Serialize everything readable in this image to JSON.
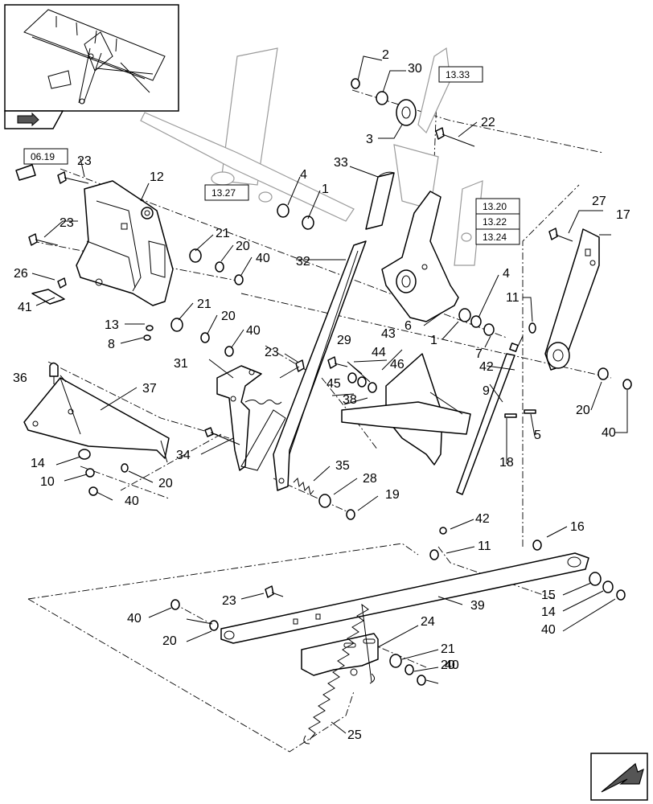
{
  "callouts": {
    "c1a": "1",
    "c1b": "1",
    "c2": "2",
    "c3": "3",
    "c4a": "4",
    "c4b": "4",
    "c5": "5",
    "c6": "6",
    "c7": "7",
    "c8": "8",
    "c9": "9",
    "c10": "10",
    "c11a": "11",
    "c11b": "11",
    "c12": "12",
    "c13": "13",
    "c14a": "14",
    "c14b": "14",
    "c15": "15",
    "c16": "16",
    "c17": "17",
    "c18": "18",
    "c19": "19",
    "c20a": "20",
    "c20b": "20",
    "c20c": "20",
    "c20d": "20",
    "c20e": "20",
    "c20f": "20",
    "c21a": "21",
    "c21b": "21",
    "c21c": "21",
    "c22": "22",
    "c23a": "23",
    "c23b": "23",
    "c23c": "23",
    "c23d": "23",
    "c24": "24",
    "c25": "25",
    "c26": "26",
    "c27": "27",
    "c28": "28",
    "c29": "29",
    "c30": "30",
    "c31": "31",
    "c32": "32",
    "c33": "33",
    "c34": "34",
    "c35": "35",
    "c36": "36",
    "c37": "37",
    "c38": "38",
    "c39": "39",
    "c40a": "40",
    "c40b": "40",
    "c40c": "40",
    "c40d": "40",
    "c40e": "40",
    "c40f": "40",
    "c40g": "40",
    "c41": "41",
    "c42a": "42",
    "c42b": "42",
    "c43": "43",
    "c44": "44",
    "c45": "45",
    "c46": "46"
  },
  "refs": {
    "r0619": "06.19",
    "r1327": "13.27",
    "r1333": "13.33",
    "r1320": "13.20",
    "r1322": "13.22",
    "r1324": "13.24"
  },
  "icons": {
    "thumbnail": "assembly-overview-thumbnail",
    "prev": "previous-page-arrow-icon",
    "next": "next-page-arrow-icon"
  }
}
